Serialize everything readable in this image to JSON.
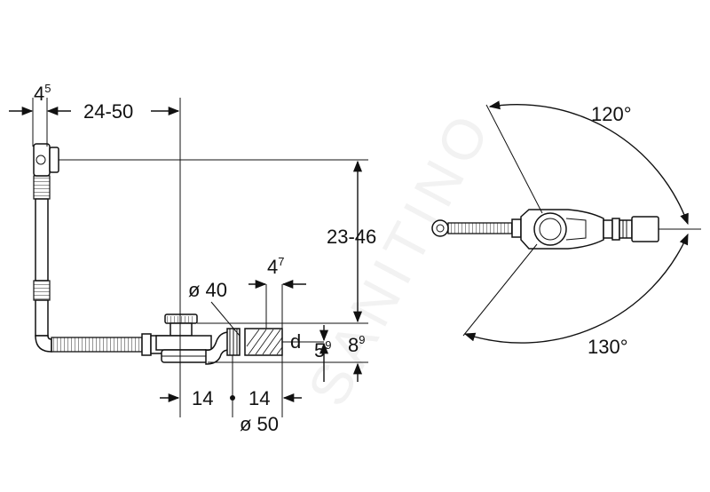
{
  "watermark": "SANITINO",
  "dimensions": {
    "offset_top": {
      "base": "4",
      "sup": "5"
    },
    "overflow_offset": "24-50",
    "height_range": "23-46",
    "outlet_offset": {
      "base": "4",
      "sup": "7"
    },
    "diameter_40": "ø 40",
    "diameter_50": "ø 50",
    "d_label": "d",
    "height_small": {
      "base": "5",
      "sup": "9"
    },
    "height_large": {
      "base": "8",
      "sup": "9"
    },
    "width_left": "14",
    "width_right": "14",
    "angle_top": "120°",
    "angle_bottom": "130°"
  }
}
